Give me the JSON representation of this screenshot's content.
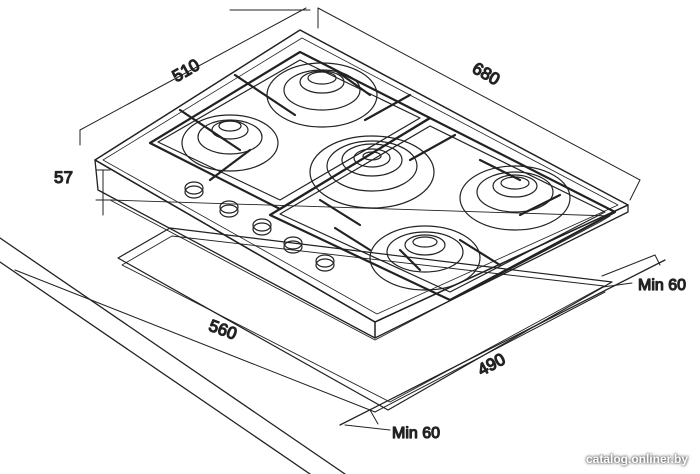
{
  "dimensions": {
    "hob_depth": "510",
    "hob_width": "680",
    "hob_height": "57",
    "cutout_width": "560",
    "cutout_depth": "490",
    "clearance_right": "Min 60",
    "clearance_front": "Min 60"
  },
  "watermark": "catalog.onliner.by",
  "colors": {
    "line": "#222222",
    "background": "#ffffff"
  }
}
